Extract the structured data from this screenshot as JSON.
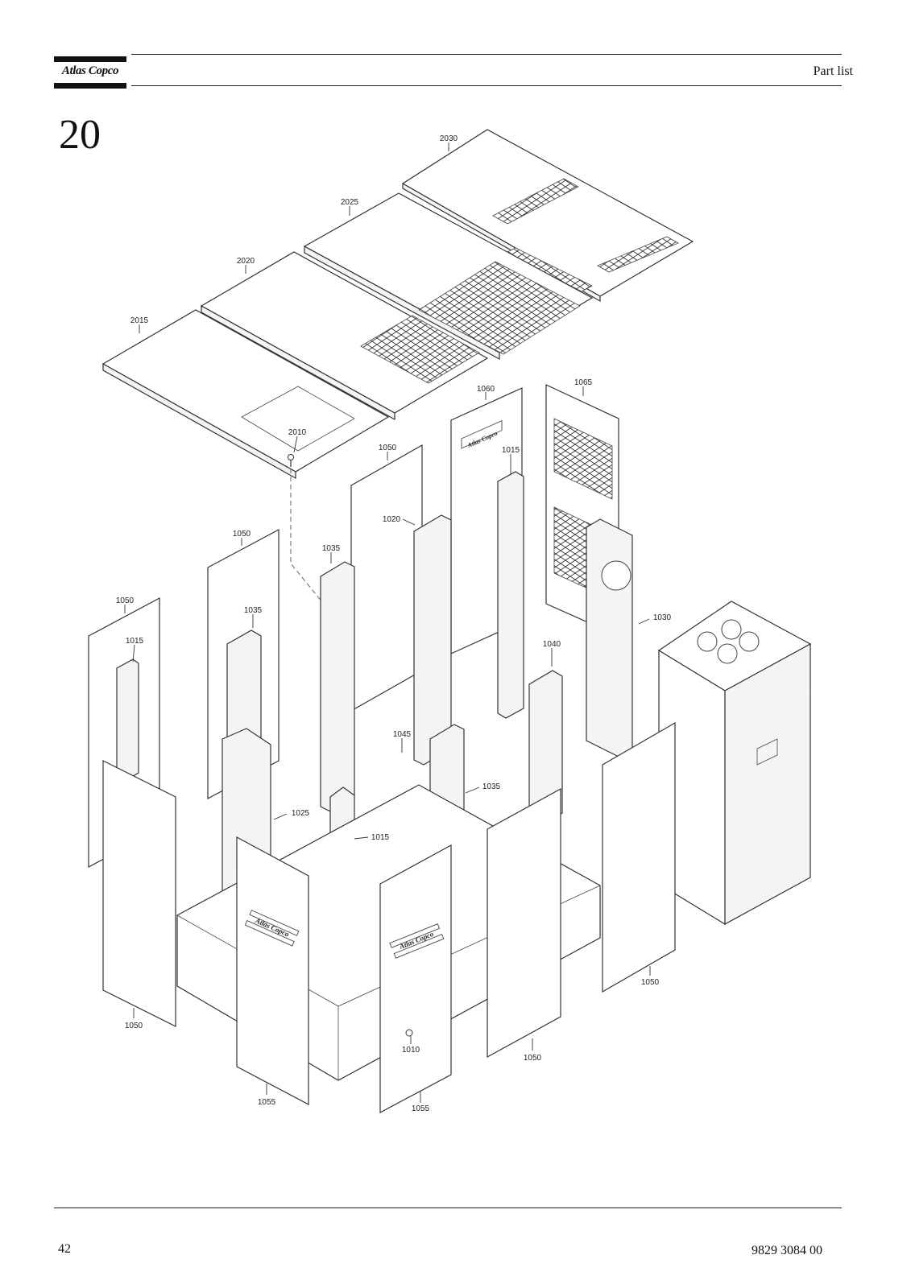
{
  "header": {
    "brand": "Atlas Copco",
    "title": "Part list"
  },
  "section": {
    "number": "20"
  },
  "drawing": {
    "callouts": {
      "c2030": "2030",
      "c2025": "2025",
      "c2020": "2020",
      "c2015": "2015",
      "c2010": "2010",
      "c1060": "1060",
      "c1065": "1065",
      "c1050_a": "1050",
      "c1015_a": "1015",
      "c1020": "1020",
      "c1050_b": "1050",
      "c1035_a": "1035",
      "c1035_b": "1035",
      "c1050_c": "1050",
      "c1015_b": "1015",
      "c1030": "1030",
      "c1040": "1040",
      "c1045": "1045",
      "c1035_c": "1035",
      "c1025": "1025",
      "c1015_c": "1015",
      "c1050_d": "1050",
      "c1050_e": "1050",
      "c1050_f": "1050",
      "c1010": "1010",
      "c1055_a": "1055",
      "c1055_b": "1055"
    },
    "panel_marks": {
      "mark_1": "Atlas Copco",
      "mark_2": "Atlas Copco",
      "mark_3": "Atlas Copco"
    }
  },
  "footer": {
    "page_number": "42",
    "document_number": "9829 3084 00"
  }
}
